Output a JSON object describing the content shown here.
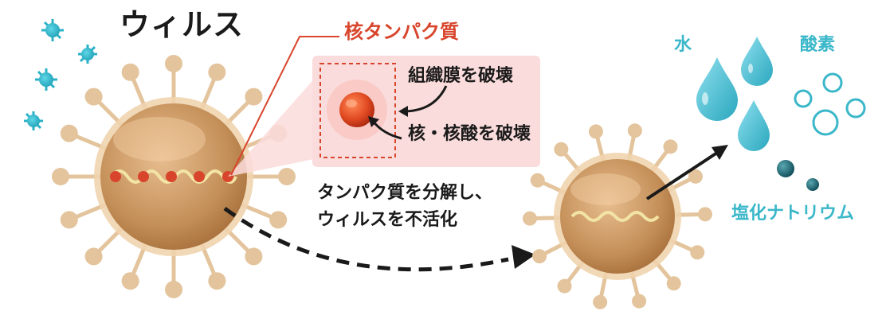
{
  "labels": {
    "virus": "ウィルス",
    "protein": "核タンパク質",
    "tissue_membrane": "組織膜を破壊",
    "nucleus_acid": "核・核酸を破壊",
    "note_line1": "タンパク質を分解し、",
    "note_line2": "ウィルスを不活化",
    "water": "水",
    "oxygen": "酸素",
    "sodium_chloride": "塩化ナトリウム"
  },
  "colors": {
    "virus_body": "#c9945e",
    "virus_spike": "#e3c49c",
    "protein_accent": "#d8452c",
    "product_teal": "#3ab7c9",
    "callout_bg": "#fbdcdc"
  }
}
